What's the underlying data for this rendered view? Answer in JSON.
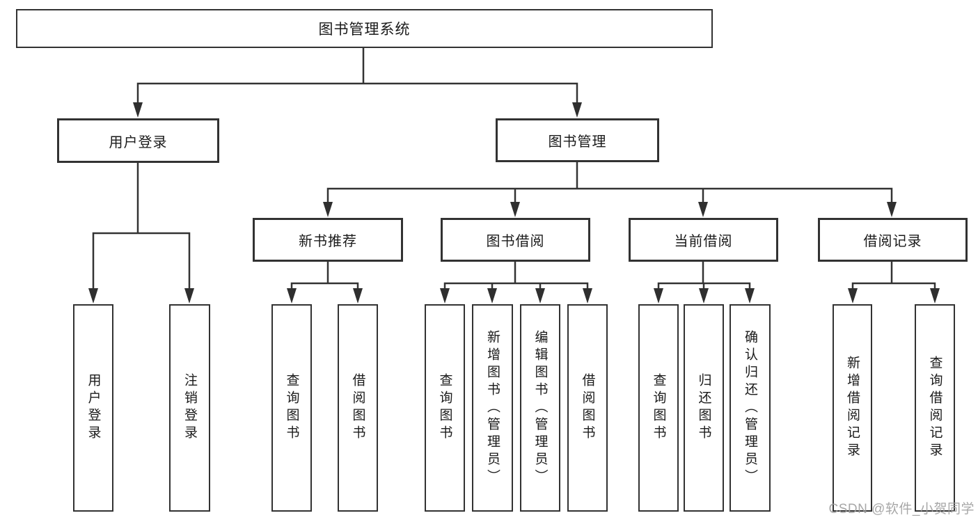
{
  "diagram": {
    "root": {
      "label": "图书管理系统"
    },
    "level2": [
      {
        "label": "用户登录"
      },
      {
        "label": "图书管理"
      }
    ],
    "level3": [
      {
        "label": "新书推荐"
      },
      {
        "label": "图书借阅"
      },
      {
        "label": "当前借阅"
      },
      {
        "label": "借阅记录"
      }
    ],
    "leaves": [
      {
        "label": "用户登录"
      },
      {
        "label": "注销登录"
      },
      {
        "label": "查询图书"
      },
      {
        "label": "借阅图书"
      },
      {
        "label": "查询图书"
      },
      {
        "label": "新增图书（管理员）"
      },
      {
        "label": "编辑图书（管理员）"
      },
      {
        "label": "借阅图书"
      },
      {
        "label": "查询图书"
      },
      {
        "label": "归还图书"
      },
      {
        "label": "确认归还（管理员）"
      },
      {
        "label": "新增借阅记录"
      },
      {
        "label": "查询借阅记录"
      }
    ]
  },
  "colors": {
    "line": "#333333",
    "box_border": "#323232",
    "text": "#1a1a1a",
    "watermark": "#9e9e9e"
  },
  "watermark": {
    "text": "CSDN @软件_小贺同学"
  }
}
